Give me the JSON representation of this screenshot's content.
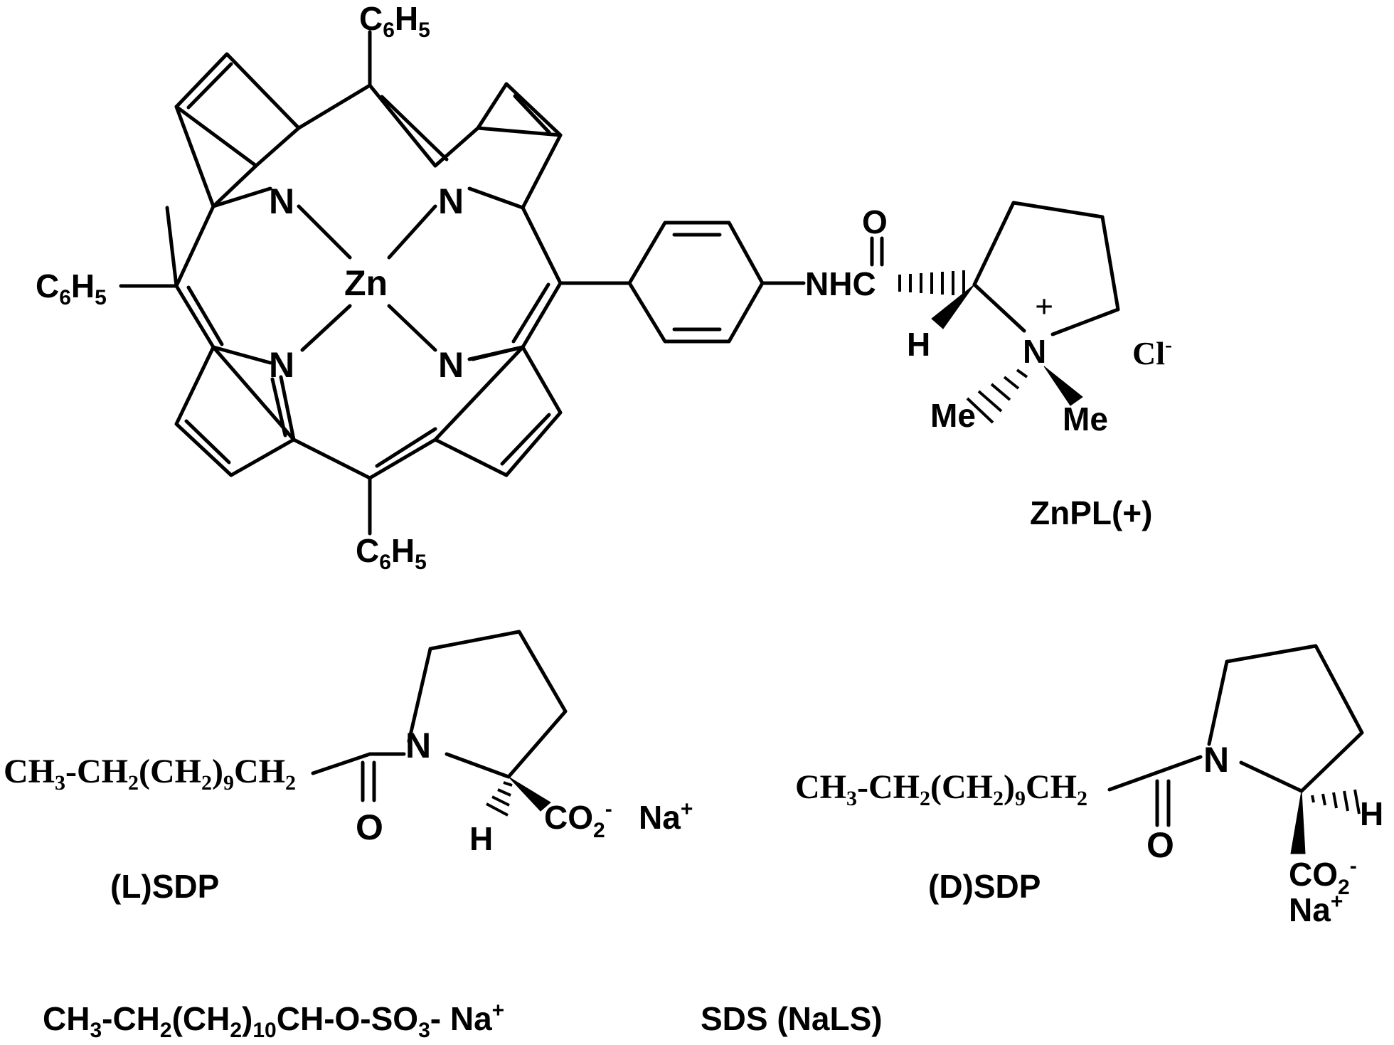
{
  "porphyrin": {
    "n_top_left": "N",
    "n_top_right": "N",
    "n_bottom_left": "N",
    "n_bottom_right": "N",
    "metal": "Zn",
    "phenyl_top": {
      "main": "C",
      "sub": "6",
      "main2": "H",
      "sub2": "5"
    },
    "phenyl_left": {
      "main": "C",
      "sub": "6",
      "main2": "H",
      "sub2": "5"
    },
    "phenyl_bottom": {
      "main": "C",
      "sub": "6",
      "main2": "H",
      "sub2": "5"
    },
    "amide_o": "O",
    "amide_nh": "NHC",
    "hydrogen": "H",
    "ammonium_n": "N",
    "charge_plus": "+",
    "methyl_left": "Me",
    "methyl_right": "Me",
    "counterion": "Cl",
    "counterion_charge": "-",
    "compound_label": "ZnPL(+)"
  },
  "l_sdp": {
    "chain": {
      "a": "CH",
      "s1": "3",
      "b": "-CH",
      "s2": "2",
      "c": "(CH",
      "s3": "2",
      "d": ")",
      "s4": "9",
      "e": "CH",
      "s5": "2"
    },
    "ring_n": "N",
    "carbonyl_o": "O",
    "hydrogen": "H",
    "carboxylate": {
      "main": "CO",
      "sub": "2",
      "sup": "-"
    },
    "sodium": {
      "main": "Na",
      "sup": "+"
    },
    "compound_label": "(L)SDP"
  },
  "d_sdp": {
    "chain": {
      "a": "CH",
      "s1": "3",
      "b": "-CH",
      "s2": "2",
      "c": "(CH",
      "s3": "2",
      "d": ")",
      "s4": "9",
      "e": "CH",
      "s5": "2"
    },
    "ring_n": "N",
    "carbonyl_o": "O",
    "hydrogen": "H",
    "carboxylate": {
      "main": "CO",
      "sub": "2",
      "sup": "-"
    },
    "sodium": {
      "main": "Na",
      "sup": "+"
    },
    "compound_label": "(D)SDP"
  },
  "sds": {
    "formula": {
      "a": "CH",
      "s1": "3",
      "b": "-CH",
      "s2": "2",
      "c": "(CH",
      "s3": "2",
      "d": ")",
      "s4": "10",
      "e": "CH-O-SO",
      "s5": "3",
      "f": "- Na",
      "sup": "+"
    },
    "compound_label": "SDS (NaLS)"
  }
}
